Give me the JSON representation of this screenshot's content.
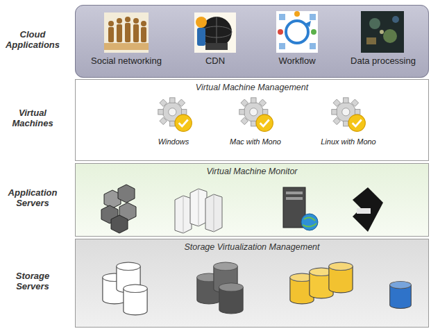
{
  "diagram": {
    "nodes": [
      {
        "text": [
          "Cloud Applications"
        ]
      },
      {
        "text": [
          "Virtual Machines",
          "Virtual Machine Management"
        ]
      },
      {
        "text": [
          "Application Servers",
          "Virtual Machine Monitor"
        ]
      },
      {
        "text": [
          "Storage Servers",
          "Storage Virtualization Management"
        ]
      }
    ],
    "labels": [
      "Social networking",
      "CDN",
      "Workflow",
      "Data processing",
      "Windows",
      "Mac with Mono",
      "Linux with Mono"
    ]
  }
}
